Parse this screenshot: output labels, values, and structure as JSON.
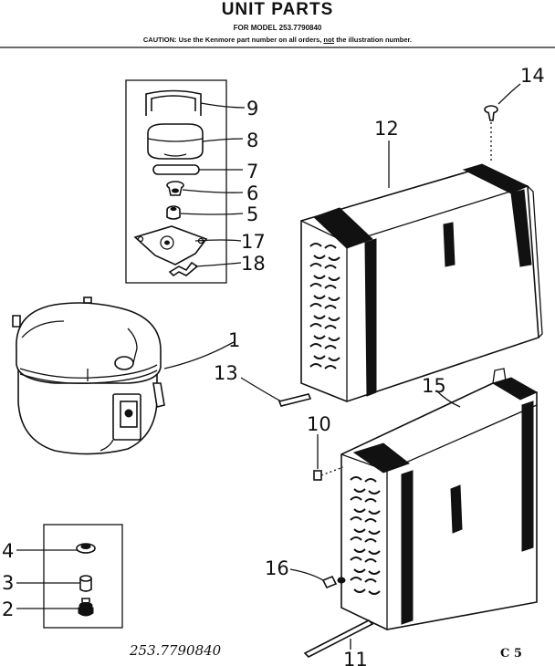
{
  "header": {
    "title": "UNIT PARTS",
    "model_line": "FOR MODEL 253.7790840",
    "caution_prefix": "CAUTION: Use the Kenmore part number on all orders,",
    "caution_not": "not",
    "caution_suffix": "the illustration number."
  },
  "labels": {
    "p1": "1",
    "p2": "2",
    "p3": "3",
    "p4": "4",
    "p5": "5",
    "p6": "6",
    "p7": "7",
    "p8": "8",
    "p9": "9",
    "p10": "10",
    "p11": "11",
    "p12": "12",
    "p13": "13",
    "p14": "14",
    "p15": "15",
    "p16": "16",
    "p17": "17",
    "p18": "18"
  },
  "footer": {
    "model_number": "253.7790840",
    "page_code": "C 5"
  }
}
